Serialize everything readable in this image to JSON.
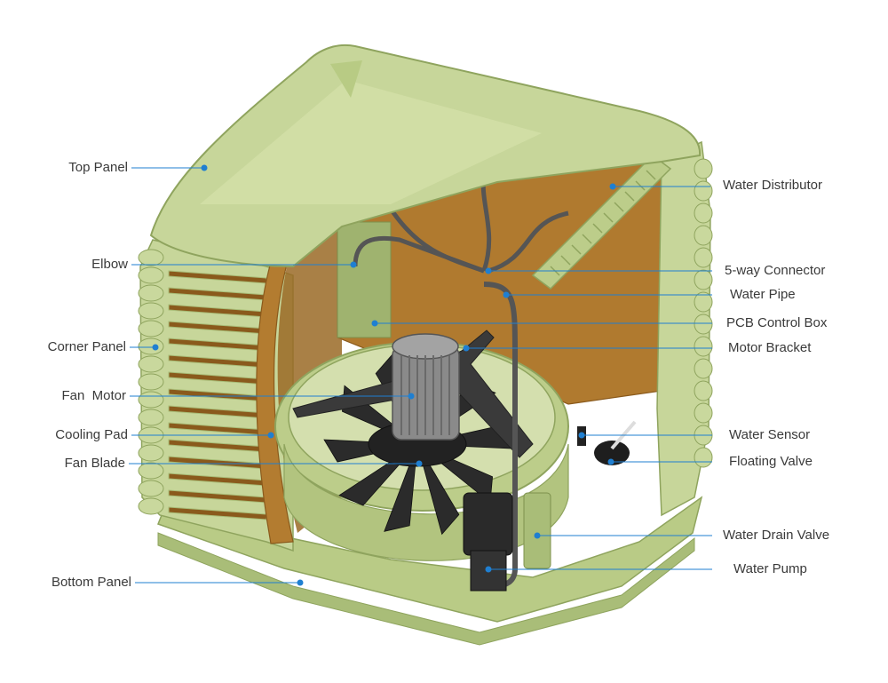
{
  "colors": {
    "body_green": "#c7d69a",
    "body_green_dark": "#a9bd78",
    "body_green_light": "#dce6b8",
    "pad_brown": "#b07a2f",
    "pad_brown_dark": "#8a5a1c",
    "motor_grey": "#7d7d7d",
    "blade_black": "#2b2b2b",
    "callout_blue": "#1f7fd1",
    "label_text": "#3a3a3a"
  },
  "labels": {
    "top_panel": "Top Panel",
    "elbow": "Elbow",
    "corner_panel": "Corner Panel",
    "fan_motor": "Fan  Motor",
    "cooling_pad": "Cooling Pad",
    "fan_blade": "Fan Blade",
    "bottom_panel": "Bottom Panel",
    "water_distributor": "Water Distributor",
    "five_way_connector": "5-way Connector",
    "water_pipe": "Water Pipe",
    "pcb_control_box": "PCB Control Box",
    "motor_bracket": "Motor Bracket",
    "water_sensor": "Water Sensor",
    "floating_valve": "Floating Valve",
    "water_drain_valve": "Water Drain Valve",
    "water_pump": "Water Pump"
  }
}
